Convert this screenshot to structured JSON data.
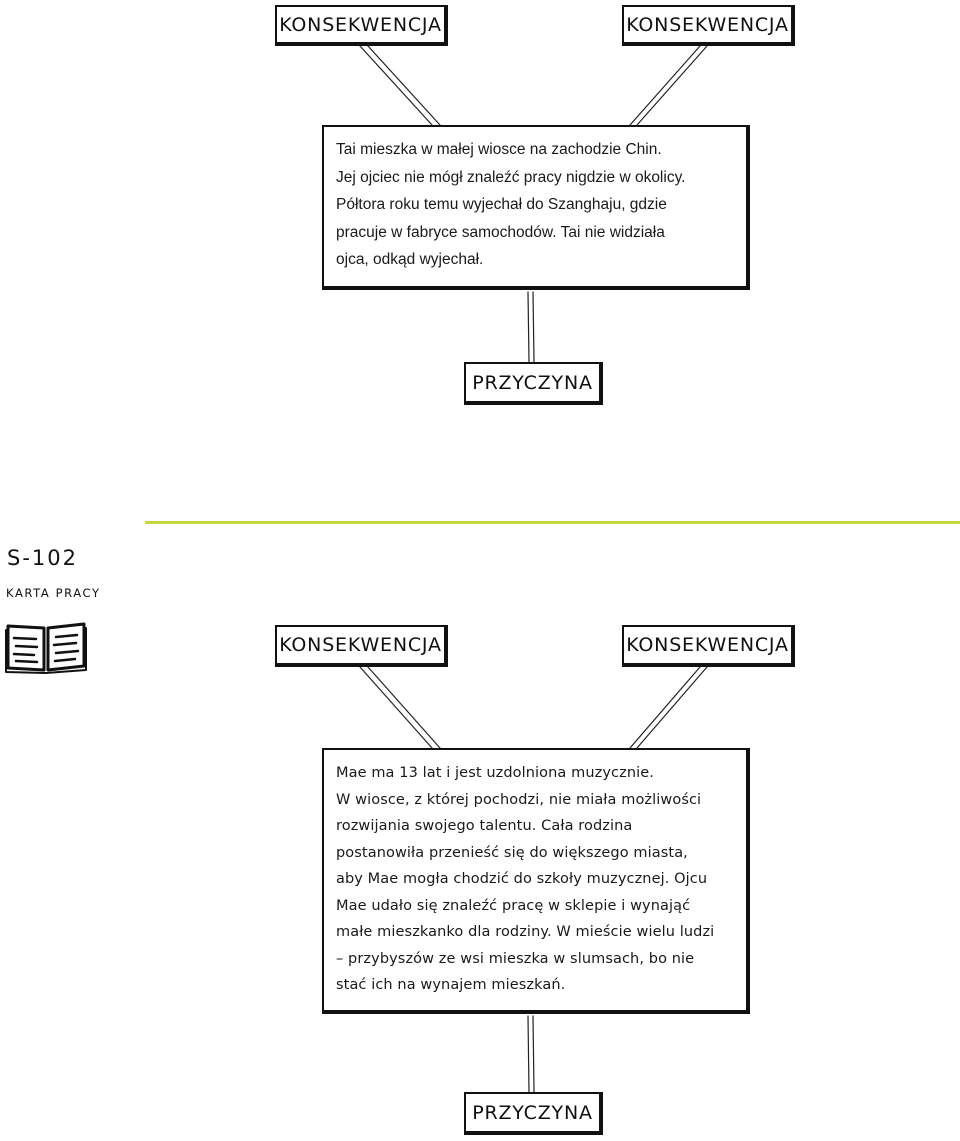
{
  "worksheet": {
    "code": "S-102",
    "subtitle": "KARTA PRACY"
  },
  "colors": {
    "divider": "#c5d63f",
    "ink": "#111111"
  },
  "icons": {
    "worksheet": "open-book-icon"
  },
  "diagram1": {
    "consequence_left": "KONSEKWENCJA",
    "consequence_right": "KONSEKWENCJA",
    "story": "Tai mieszka w małej wiosce na zachodzie Chin.\nJej ojciec nie mógł znaleźć pracy nigdzie w okolicy.\nPółtora roku temu wyjechał do Szanghaju, gdzie\npracuje w fabryce samochodów. Tai nie widziała\nojca, odkąd wyjechał.",
    "cause": "PRZYCZYNA"
  },
  "diagram2": {
    "consequence_left": "KONSEKWENCJA",
    "consequence_right": "KONSEKWENCJA",
    "story": "Mae ma 13 lat i jest uzdolniona muzycznie.\nW wiosce, z której pochodzi, nie miała możliwości\nrozwijania swojego talentu. Cała rodzina\npostanowiła przenieść się do większego miasta,\naby Mae mogła chodzić do szkoły muzycznej. Ojcu\nMae udało się znaleźć pracę w sklepie i wynająć\nmałe mieszkanko dla rodziny. W mieście wielu ludzi\n– przybyszów ze wsi mieszka w slumsach, bo nie\nstać ich na wynajem mieszkań.",
    "cause": "PRZYCZYNA"
  }
}
